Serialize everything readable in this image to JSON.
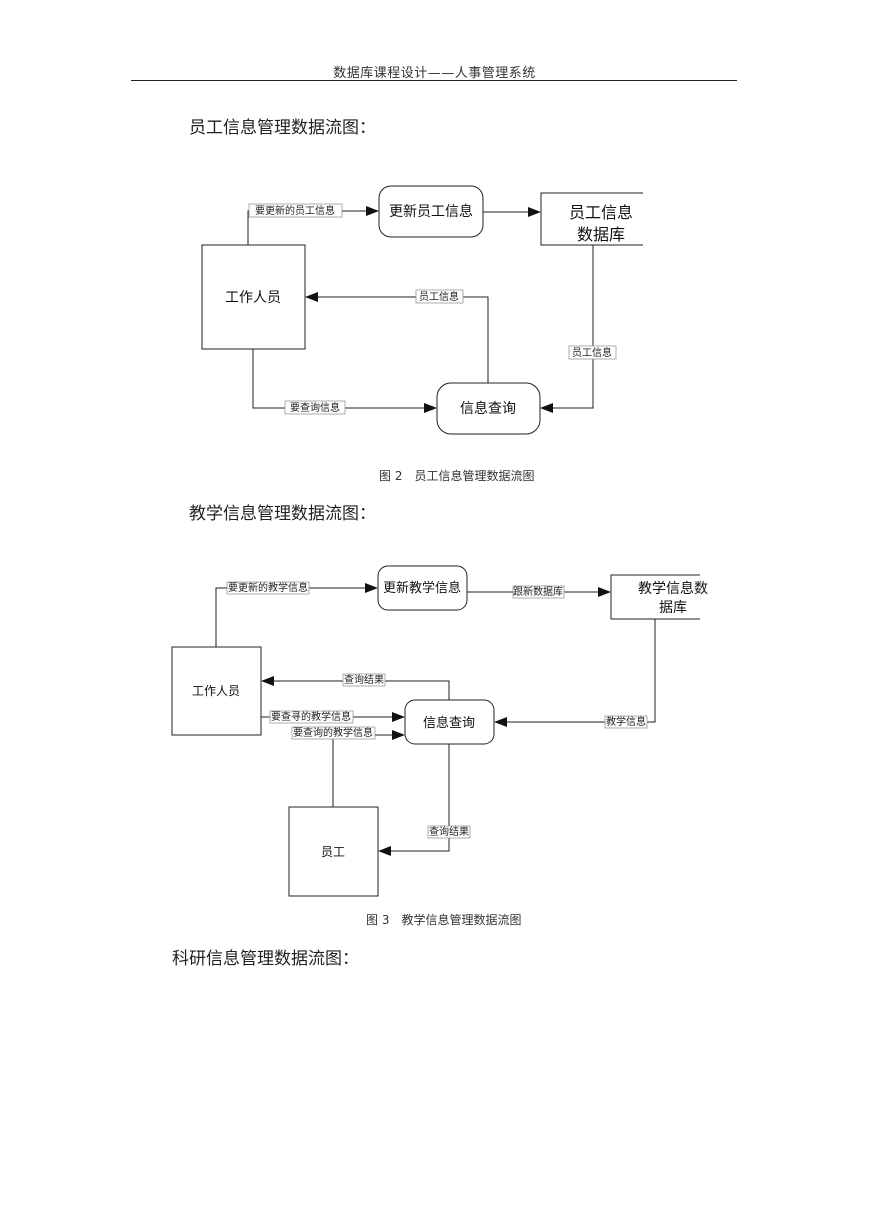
{
  "header": {
    "title": "数据库课程设计——人事管理系统"
  },
  "sections": {
    "staff": {
      "heading": "员工信息管理数据流图：",
      "caption": "图 2　员工信息管理数据流图"
    },
    "teaching": {
      "heading": "教学信息管理数据流图：",
      "caption": "图 3　教学信息管理数据流图"
    },
    "research": {
      "heading": "科研信息管理数据流图："
    }
  },
  "diagram1": {
    "nodes": {
      "worker": "工作人员",
      "update": "更新员工信息",
      "db_line1": "员工信息",
      "db_line2": "数据库",
      "query": "信息查询"
    },
    "flows": {
      "to_update": "要更新的员工信息",
      "to_worker": "员工信息",
      "db_to_query": "员工信息",
      "to_query": "要查询信息"
    }
  },
  "diagram2": {
    "nodes": {
      "worker": "工作人员",
      "update": "更新教学信息",
      "db_line1": "教学信息数",
      "db_line2": "据库",
      "query": "信息查询",
      "staff": "员工"
    },
    "flows": {
      "to_update": "要更新的教学信息",
      "to_db": "跟新数据库",
      "result_to_worker": "查询结果",
      "worker_query": "要查寻的教学信息",
      "staff_query": "要查询的教学信息",
      "db_to_query": "教学信息",
      "result_to_staff": "查询结果"
    }
  }
}
